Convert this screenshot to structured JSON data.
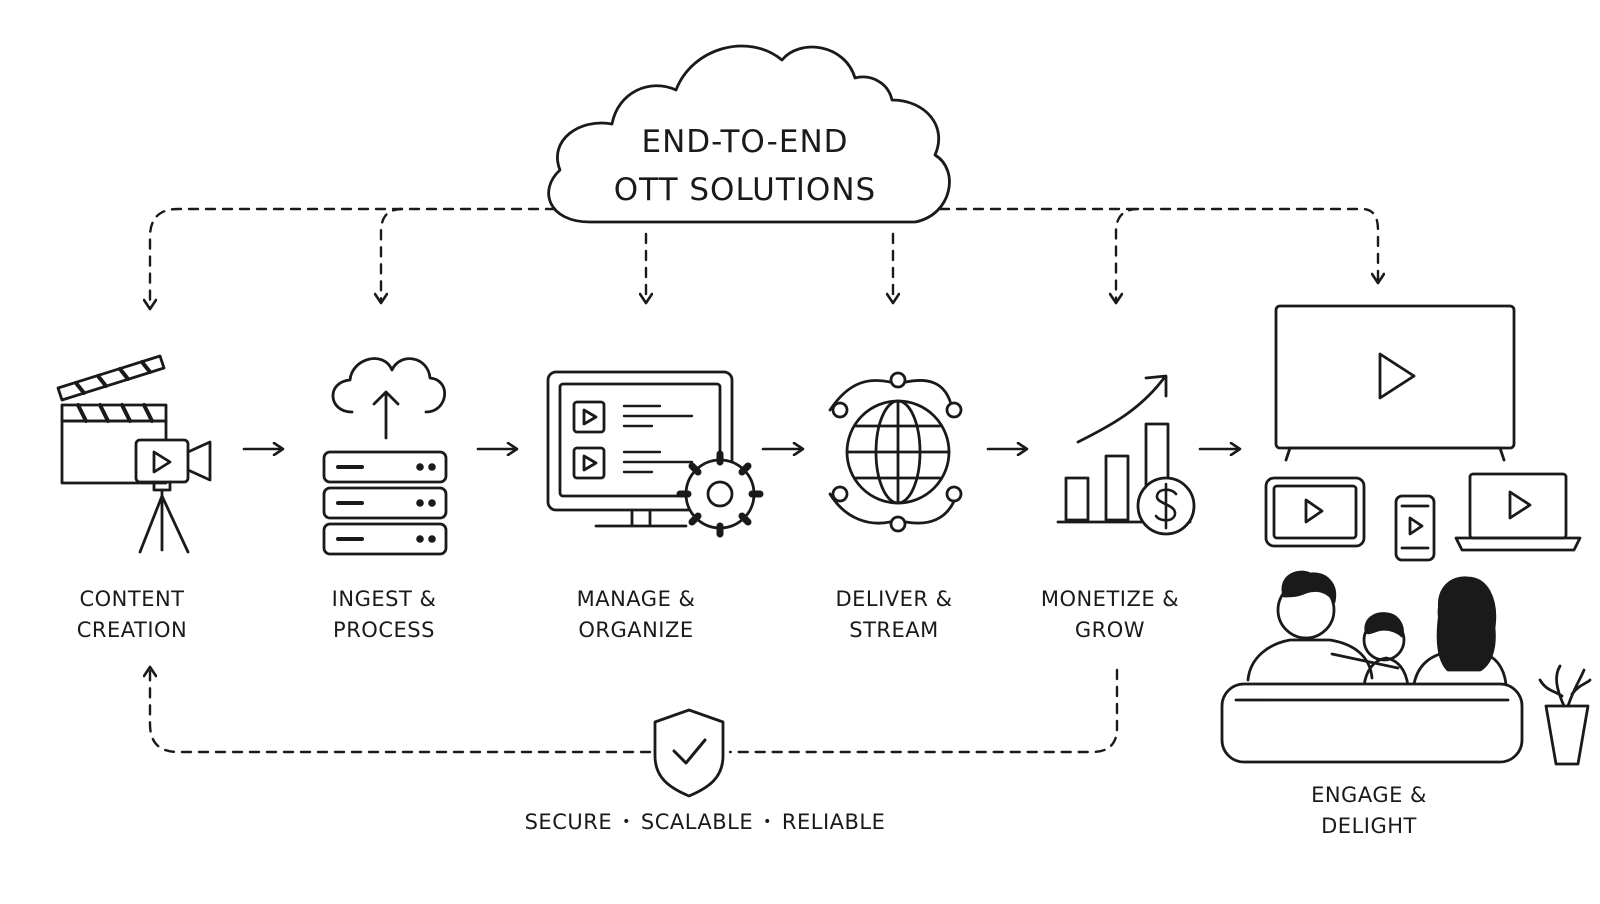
{
  "title": "END-TO-END\nOTT SOLUTIONS",
  "stages": [
    {
      "label": "CONTENT\nCREATION",
      "icon": "clapperboard-camera-icon"
    },
    {
      "label": "INGEST &\nPROCESS",
      "icon": "cloud-upload-server-icon"
    },
    {
      "label": "MANAGE &\nORGANIZE",
      "icon": "monitor-gear-icon"
    },
    {
      "label": "DELIVER &\nSTREAM",
      "icon": "globe-network-icon"
    },
    {
      "label": "MONETIZE &\nGROW",
      "icon": "growth-chart-dollar-icon"
    },
    {
      "label": "ENGAGE &\nDELIGHT",
      "icon": "family-devices-icon"
    }
  ],
  "tagline": {
    "items": [
      "SECURE",
      "SCALABLE",
      "RELIABLE"
    ],
    "separator": "•"
  },
  "colors": {
    "ink": "#1a1a1a",
    "background": "#ffffff"
  }
}
